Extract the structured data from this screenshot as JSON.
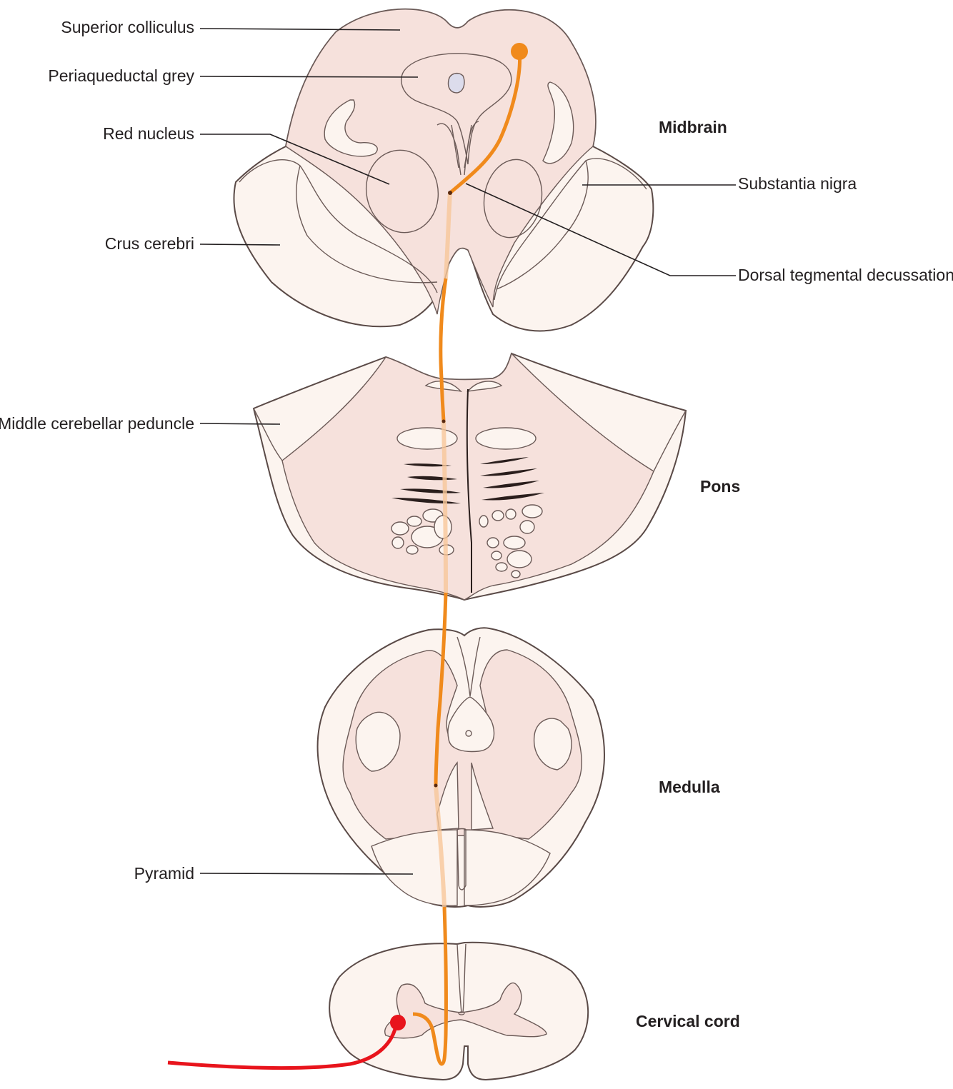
{
  "labels": {
    "superior_colliculus": "Superior colliculus",
    "periaqueductal_grey": "Periaqueductal grey",
    "red_nucleus": "Red nucleus",
    "crus_cerebri": "Crus cerebri",
    "substantia_nigra": "Substantia nigra",
    "dorsal_tegmental_decussation": "Dorsal tegmental decussation",
    "middle_cerebellar_peduncle": "Middle cerebellar peduncle",
    "pyramid": "Pyramid"
  },
  "sections": {
    "midbrain": "Midbrain",
    "pons": "Pons",
    "medulla": "Medulla",
    "cervical_cord": "Cervical cord"
  },
  "colors": {
    "tract": "#f08a1c",
    "input_fiber": "#e8141c",
    "grey_matter": "#f6e1dc",
    "white_matter": "#fcf4ef",
    "outline": "#5a4a47"
  }
}
